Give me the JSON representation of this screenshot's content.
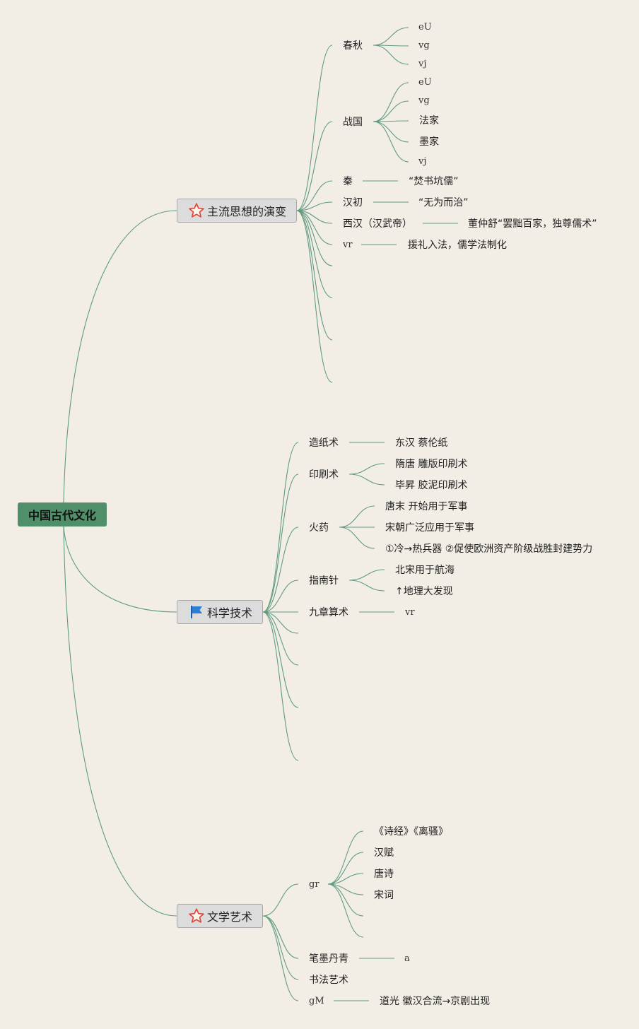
{
  "root": {
    "label": "中国古代文化"
  },
  "icons": {
    "star": "star-icon",
    "flag": "flag-icon"
  },
  "colors": {
    "root_fill": "#4f8f6a",
    "link": "#5f9b80",
    "star": "#e2463a",
    "flag": "#2c7fd4"
  },
  "branches": [
    {
      "label": "主流思想的演变",
      "icon": "star-icon",
      "children": [
        {
          "label": "春秋",
          "children": [
            "eU",
            "vg",
            "vj"
          ]
        },
        {
          "label": "战国",
          "children": [
            "eU",
            "vg",
            "法家",
            "墨家",
            "vj"
          ]
        },
        {
          "label": "秦",
          "children": [
            "“焚书坑儒”"
          ]
        },
        {
          "label": "汉初",
          "children": [
            "“无为而治”"
          ]
        },
        {
          "label": "西汉（汉武帝）",
          "children": [
            "董仲舒“罢黜百家，独尊儒术”"
          ]
        },
        {
          "label": "vr",
          "children": [
            "援礼入法，儒学法制化"
          ]
        }
      ]
    },
    {
      "label": "科学技术",
      "icon": "flag-icon",
      "children": [
        {
          "label": "造纸术",
          "children": [
            "东汉 蔡伦纸"
          ]
        },
        {
          "label": "印刷术",
          "children": [
            "隋唐 雕版印刷术",
            "毕昇 胶泥印刷术"
          ]
        },
        {
          "label": "火药",
          "children": [
            "唐末 开始用于军事",
            "宋朝广泛应用于军事",
            "①冷→热兵器 ②促使欧洲资产阶级战胜封建势力"
          ]
        },
        {
          "label": "指南针",
          "children": [
            "北宋用于航海",
            "↑地理大发现"
          ]
        },
        {
          "label": "九章算术",
          "children": [
            "vr"
          ]
        }
      ]
    },
    {
      "label": "文学艺术",
      "icon": "star-icon",
      "children": [
        {
          "label": "gr",
          "children": [
            "《诗经》《离骚》",
            "汉赋",
            "唐诗",
            "宋词"
          ]
        },
        {
          "label": "笔墨丹青",
          "children": [
            "a"
          ]
        },
        {
          "label": "书法艺术",
          "children": []
        },
        {
          "label": "gM",
          "children": [
            "道光 徽汉合流→京剧出现"
          ]
        }
      ]
    }
  ]
}
